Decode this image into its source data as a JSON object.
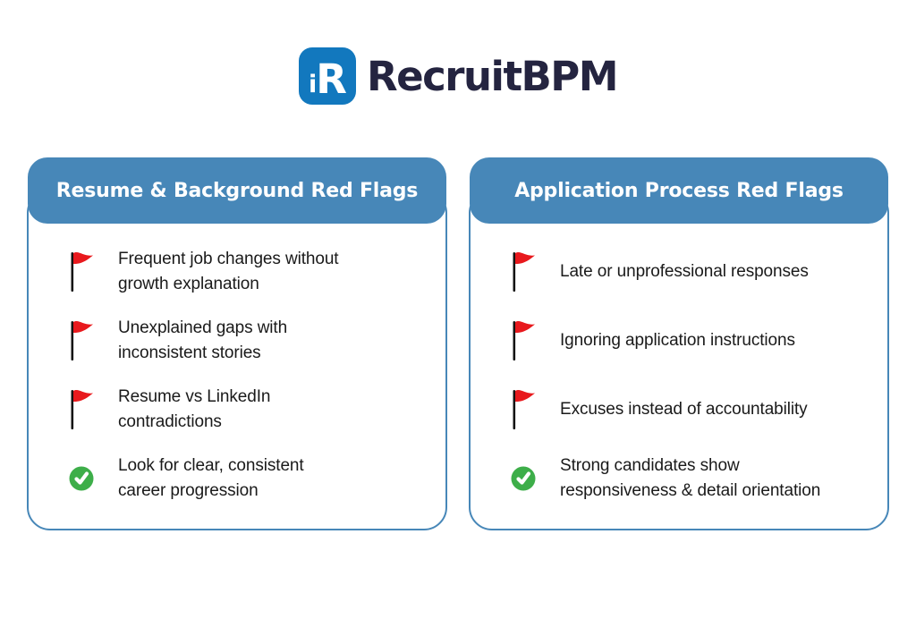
{
  "logo": {
    "brand": "RecruitBPM",
    "monogram_i": "i",
    "monogram_r": "R"
  },
  "colors": {
    "header_blue": "#4787B8",
    "logo_blue": "#1278BE",
    "brand_navy": "#242440",
    "flag_red": "#E8191D",
    "flag_pole": "#141414",
    "check_green": "#3DAE49"
  },
  "cards": [
    {
      "title": "Resume & Background Red Flags",
      "items": [
        {
          "icon": "red-flag",
          "text": "Frequent job changes without\ngrowth explanation"
        },
        {
          "icon": "red-flag",
          "text": "Unexplained gaps with\ninconsistent stories"
        },
        {
          "icon": "red-flag",
          "text": "Resume vs LinkedIn\ncontradictions"
        },
        {
          "icon": "check",
          "text": "Look for clear, consistent\ncareer progression"
        }
      ]
    },
    {
      "title": "Application Process Red Flags",
      "items": [
        {
          "icon": "red-flag",
          "text": "Late or unprofessional responses"
        },
        {
          "icon": "red-flag",
          "text": "Ignoring application instructions"
        },
        {
          "icon": "red-flag",
          "text": "Excuses instead of accountability"
        },
        {
          "icon": "check",
          "text": "Strong candidates show\nresponsiveness & detail orientation"
        }
      ]
    }
  ]
}
